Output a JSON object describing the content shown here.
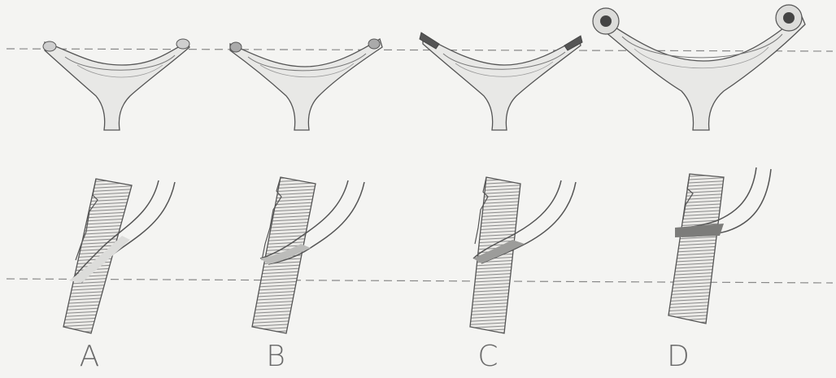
{
  "figure": {
    "panels": [
      {
        "label": "A"
      },
      {
        "label": "B"
      },
      {
        "label": "C"
      },
      {
        "label": "D"
      }
    ],
    "colors": {
      "background": "#f4f4f2",
      "ink": "#555555",
      "hatch": "#8a8a8a",
      "fill": "#e8e8e6",
      "dashed_line": "#888888"
    }
  }
}
